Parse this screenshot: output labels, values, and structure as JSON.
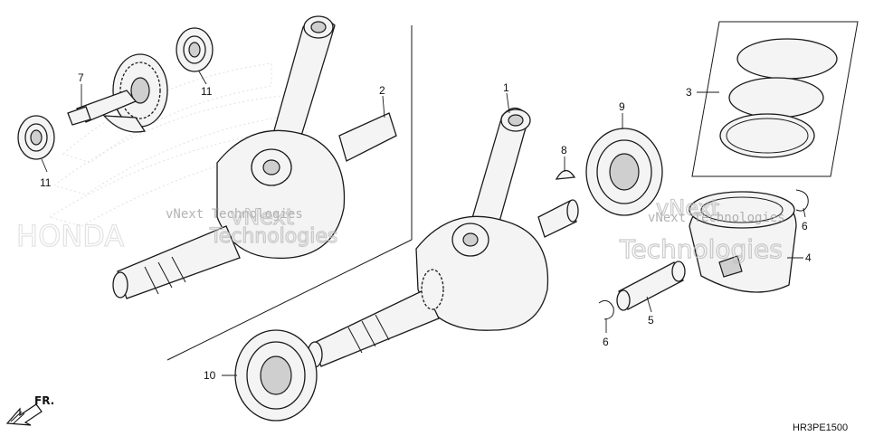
{
  "diagram_code": "HR3PE1500",
  "direction_label": "FR.",
  "watermark": {
    "line1": "vNext Technologies",
    "line2": "vNext",
    "line3": "Technologies"
  },
  "callouts": [
    {
      "id": "1",
      "part": "crankshaft"
    },
    {
      "id": "2",
      "part": "balancer-shaft-assembly"
    },
    {
      "id": "3",
      "part": "piston-ring-set"
    },
    {
      "id": "4",
      "part": "piston"
    },
    {
      "id": "5",
      "part": "piston-pin"
    },
    {
      "id": "6",
      "part": "piston-pin-clip"
    },
    {
      "id": "6",
      "part": "piston-pin-clip"
    },
    {
      "id": "7",
      "part": "balancer-drive-gear"
    },
    {
      "id": "8",
      "part": "woodruff-key"
    },
    {
      "id": "9",
      "part": "crankshaft-bearing"
    },
    {
      "id": "10",
      "part": "crankshaft-bearing"
    },
    {
      "id": "11",
      "part": "balancer-bearing"
    },
    {
      "id": "11",
      "part": "balancer-bearing"
    }
  ],
  "colors": {
    "ink": "#1a1a1a",
    "part_fill": "#f4f4f4",
    "watermark": "#9a9a9a"
  }
}
